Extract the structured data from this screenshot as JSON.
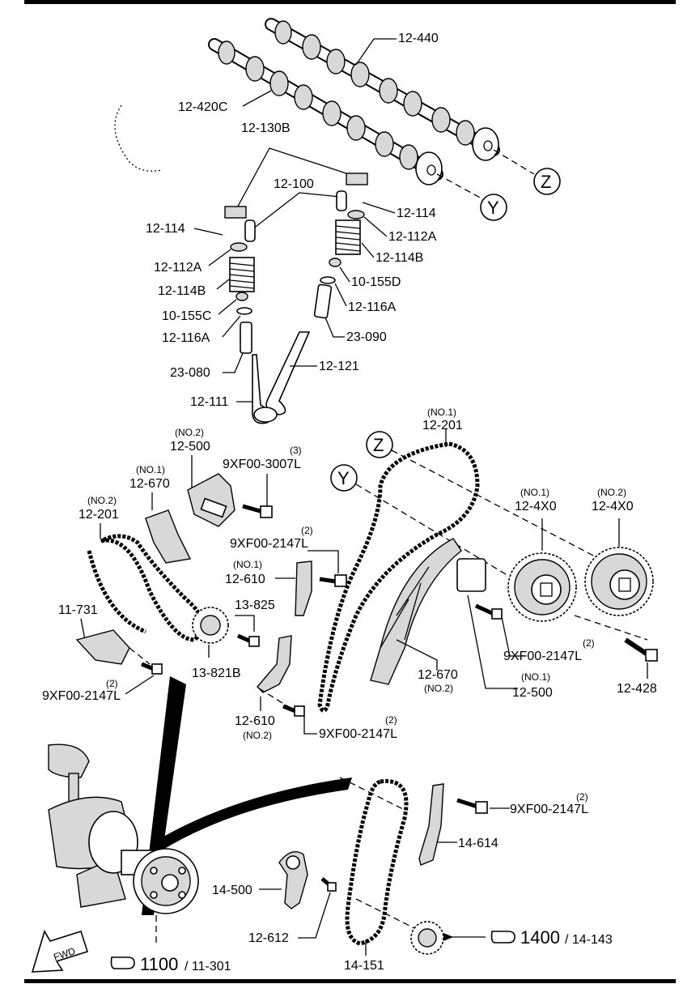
{
  "labels": {
    "l_12_440": "12-440",
    "l_12_420c": "12-420C",
    "l_12_130b": "12-130B",
    "l_z_top": "Z",
    "l_y_top": "Y",
    "l_12_100": "12-100",
    "l_12_114_r": "12-114",
    "l_12_114_l": "12-114",
    "l_12_112a_r": "12-112A",
    "l_12_112a_l": "12-112A",
    "l_12_114b_r": "12-114B",
    "l_12_114b_l": "12-114B",
    "l_10_155d": "10-155D",
    "l_10_155c": "10-155C",
    "l_12_116a_r": "12-116A",
    "l_12_116a_l": "12-116A",
    "l_23_090": "23-090",
    "l_23_080": "23-080",
    "l_12_121": "12-121",
    "l_12_111": "12-111",
    "l_no1_a": "(NO.1)",
    "l_12_201_a": "12-201",
    "l_z_mid": "Z",
    "l_y_mid": "Y",
    "l_no2_a": "(NO.2)",
    "l_12_500_a": "12-500",
    "l_qty3": "(3)",
    "l_9xf00_3007l": "9XF00-3007L",
    "l_no1_b": "(NO.1)",
    "l_12_670_a": "12-670",
    "l_no2_b": "(NO.2)",
    "l_12_201_b": "12-201",
    "l_qty2_a": "(2)",
    "l_9xf00_2147l_a": "9XF00-2147L",
    "l_no1_c": "(NO.1)",
    "l_12_610_a": "12-610",
    "l_no1_d": "(NO.1)",
    "l_12_4x0_a": "12-4X0",
    "l_no2_d": "(NO.2)",
    "l_12_4x0_b": "12-4X0",
    "l_11_731": "11-731",
    "l_13_825": "13-825",
    "l_13_821b": "13-821B",
    "l_qty2_b": "(2)",
    "l_9xf00_2147l_b": "9XF00-2147L",
    "l_12_670_b": "12-670",
    "l_no2_e": "(NO.2)",
    "l_qty2_c": "(2)",
    "l_9xf00_2147l_c": "9XF00-2147L",
    "l_no1_e": "(NO.1)",
    "l_12_500_b": "12-500",
    "l_12_428": "12-428",
    "l_12_610_b": "12-610",
    "l_no2_f": "(NO.2)",
    "l_qty2_d": "(2)",
    "l_9xf00_2147l_d": "9XF00-2147L",
    "l_qty2_e": "(2)",
    "l_9xf00_2147l_e": "9XF00-2147L",
    "l_14_614": "14-614",
    "l_14_500": "14-500",
    "l_12_612": "12-612",
    "l_14_151": "14-151",
    "l_1400": "1400",
    "l_14_143": "/ 14-143",
    "l_1100": "1100",
    "l_11_301": "/ 11-301",
    "l_fwd": "FWD"
  },
  "icons": {
    "ref_pointer": "hand-pointer-icon",
    "forward_arrow": "fwd-arrow-icon"
  }
}
